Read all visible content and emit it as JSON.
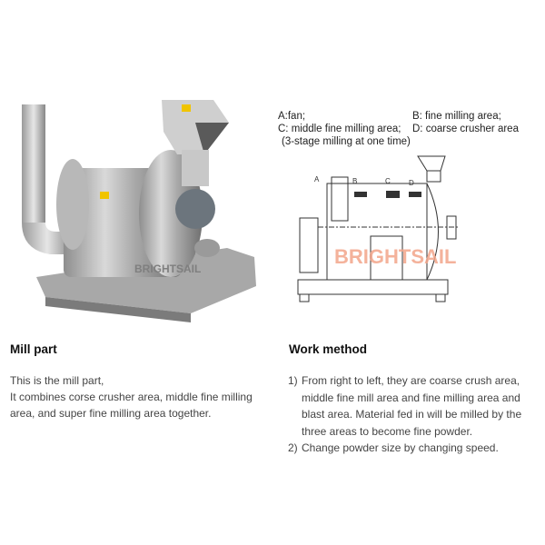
{
  "legend": {
    "a": "A:fan;",
    "b": "B: fine milling area;",
    "c": "C: middle fine milling area;",
    "d": "D: coarse crusher area",
    "note": "(3-stage milling at one time)"
  },
  "diagram": {
    "labels": [
      "A",
      "B",
      "C",
      "D"
    ],
    "watermark": "BRIGHTSAIL",
    "watermark_color": "#f2a58a"
  },
  "photo": {
    "watermark": "BRIGHTSAIL"
  },
  "left_section": {
    "title": "Mill part",
    "lines": [
      "This is the mill part,",
      "It combines corse crusher area, middle fine milling area, and super fine milling area together."
    ]
  },
  "right_section": {
    "title": "Work method",
    "items": [
      {
        "num": "1)",
        "text": "From right to left, they are coarse crush area, middle fine mill area and fine milling area and blast area. Material fed in will be milled by the three areas to become fine powder."
      },
      {
        "num": "2)",
        "text": "Change powder size by changing speed."
      }
    ]
  }
}
